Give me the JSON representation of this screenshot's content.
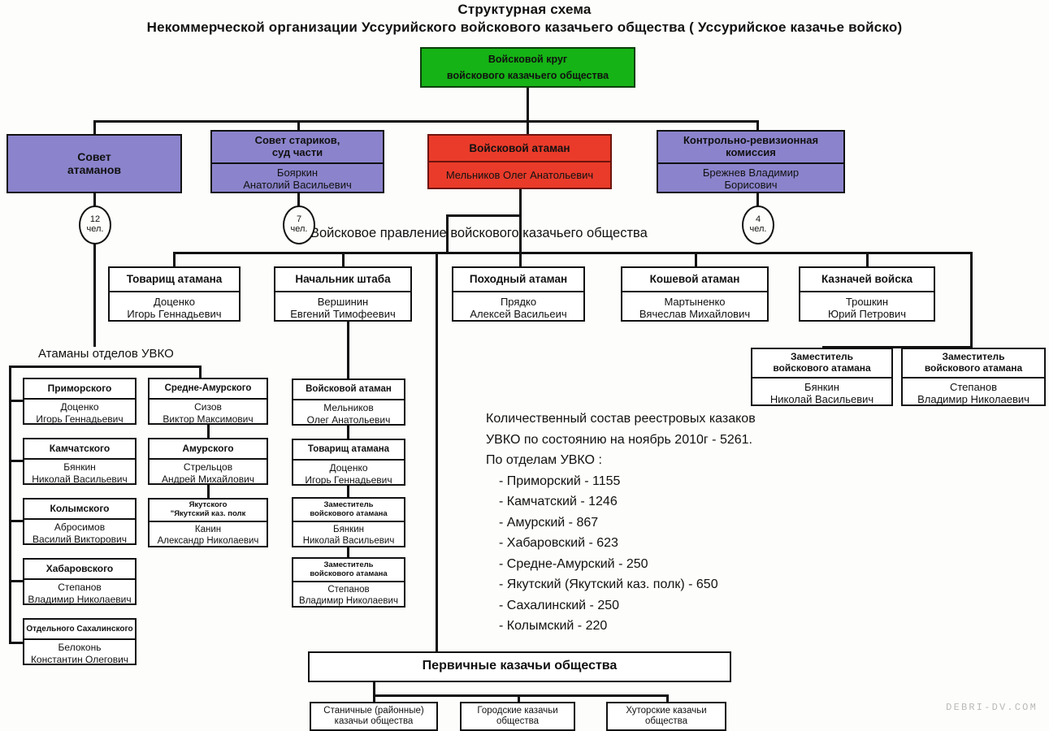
{
  "title": {
    "line1": "Структурная схема",
    "line2": "Некоммерческой организации Уссурийского войскового казачьего общества ( Уссурийское казачье войско)"
  },
  "colors": {
    "green": "#15b315",
    "purple": "#8b84cc",
    "red": "#ea3b2a",
    "line": "#111111",
    "background": "#fdfdfb"
  },
  "top": {
    "circle": {
      "head": "Войсковой круг",
      "sub": "войскового казачьего общества"
    }
  },
  "level2": {
    "sovet_atamanov": {
      "head": "Совет\nатаманов",
      "head_l1": "Совет",
      "head_l2": "атаманов"
    },
    "sovet_starikov": {
      "head_l1": "Совет стариков,",
      "head_l2": "суд части",
      "name_l1": "Бояркин",
      "name_l2": "Анатолий Васильевич"
    },
    "voiskovoi_ataman": {
      "head": "Войсковой атаман",
      "name": "Мельников Олег Анатольевич"
    },
    "krk": {
      "head_l1": "Контрольно-ревизионная",
      "head_l2": "комиссия",
      "name_l1": "Брежнев Владимир",
      "name_l2": "Борисович"
    }
  },
  "counters": {
    "c12": {
      "num": "12",
      "unit": "чел."
    },
    "c7": {
      "num": "7",
      "unit": "чел."
    },
    "c4": {
      "num": "4",
      "unit": "чел."
    }
  },
  "labels": {
    "pravlenie": "Войсковое правление войскового казачьего общества",
    "atamany_otdelov": "Атаманы отделов УВКО"
  },
  "level3": [
    {
      "head": "Товарищ атамана",
      "name_l1": "Доценко",
      "name_l2": "Игорь Геннадьевич"
    },
    {
      "head": "Начальник штаба",
      "name_l1": "Вершинин",
      "name_l2": "Евгений Тимофеевич"
    },
    {
      "head": "Походный атаман",
      "name_l1": "Прядко",
      "name_l2": "Алексей Васильеич"
    },
    {
      "head": "Кошевой атаман",
      "name_l1": "Мартыненко",
      "name_l2": "Вячеслав Михайлович"
    },
    {
      "head": "Казначей войска",
      "name_l1": "Трошкин",
      "name_l2": "Юрий Петрович"
    }
  ],
  "deputies_right": [
    {
      "head_l1": "Заместитель",
      "head_l2": "войскового атамана",
      "name_l1": "Бянкин",
      "name_l2": "Николай Васильевич"
    },
    {
      "head_l1": "Заместитель",
      "head_l2": "войскового атамана",
      "name_l1": "Степанов",
      "name_l2": "Владимир Николаевич"
    }
  ],
  "otdely_col1": [
    {
      "head": "Приморского",
      "name_l1": "Доценко",
      "name_l2": "Игорь Геннадьевич"
    },
    {
      "head": "Камчатского",
      "name_l1": "Бянкин",
      "name_l2": "Николай Васильевич"
    },
    {
      "head": "Колымского",
      "name_l1": "Абросимов",
      "name_l2": "Василий Викторович"
    },
    {
      "head": "Хабаровского",
      "name_l1": "Степанов",
      "name_l2": "Владимир Николаевич"
    },
    {
      "head": "Отдельного Сахалинского",
      "name_l1": "Белоконь",
      "name_l2": "Константин Олегович"
    }
  ],
  "otdely_col2": [
    {
      "head": "Средне-Амурского",
      "name_l1": "Сизов",
      "name_l2": "Виктор Максимович"
    },
    {
      "head": "Амурского",
      "name_l1": "Стрельцов",
      "name_l2": "Андрей Михайлович"
    },
    {
      "head_l1": "Якутского",
      "head_l2": "\"Якутский каз. полк",
      "name_l1": "Канин",
      "name_l2": "Александр Николаевич"
    }
  ],
  "center_chain": [
    {
      "head": "Войсковой атаман",
      "name_l1": "Мельников",
      "name_l2": "Олег Анатольевич"
    },
    {
      "head": "Товарищ атамана",
      "name_l1": "Доценко",
      "name_l2": "Игорь Геннадьевич"
    },
    {
      "head_l1": "Заместитель",
      "head_l2": "войскового атамана",
      "name_l1": "Бянкин",
      "name_l2": "Николай Васильевич"
    },
    {
      "head_l1": "Заместитель",
      "head_l2": "войскового атамана",
      "name_l1": "Степанов",
      "name_l2": "Владимир Николаевич"
    }
  ],
  "stats": {
    "line1": "Количественный состав реестровых казаков",
    "line2": "УВКО по состоянию на ноябрь 2010г - 5261.",
    "line3": "По отделам УВКО :",
    "items": [
      "- Приморский - 1155",
      "- Камчатский - 1246",
      "- Амурский - 867",
      "- Хабаровский - 623",
      "- Средне-Амурский - 250",
      "- Якутский (Якутский каз. полк) - 650",
      "- Сахалинский - 250",
      "- Колымский - 220"
    ],
    "total": "5261",
    "as_of": "ноябрь 2010г"
  },
  "bottom": {
    "head": "Первичные казачьи общества",
    "children": [
      {
        "l1": "Станичные (районные)",
        "l2": "казачьи общества"
      },
      {
        "l1": "Городские казачьи",
        "l2": "общества"
      },
      {
        "l1": "Хуторские казачьи",
        "l2": "общества"
      }
    ]
  },
  "watermark": "DEBRI-DV.COM"
}
